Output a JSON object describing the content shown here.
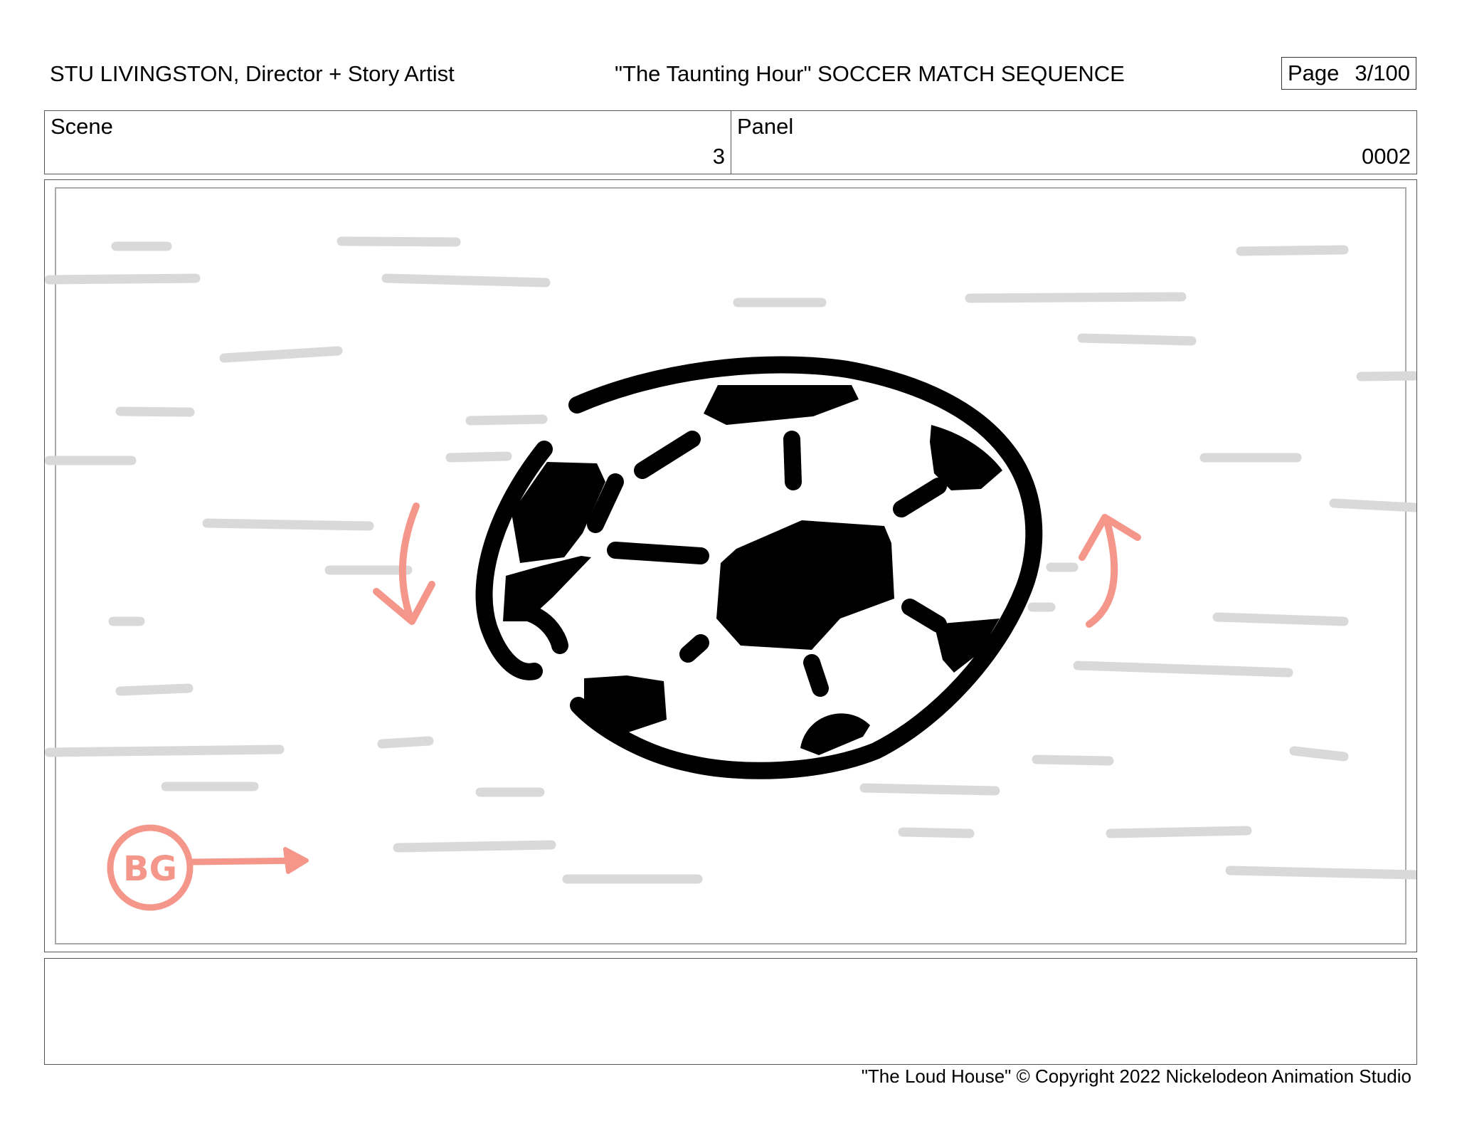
{
  "header": {
    "artist": "STU LIVINGSTON, Director + Story Artist",
    "title": "\"The Taunting Hour\" SOCCER MATCH SEQUENCE",
    "page_label": "Page",
    "page_number": "3/100"
  },
  "info": {
    "scene_label": "Scene",
    "scene_value": "3",
    "panel_label": "Panel",
    "panel_value": "0002"
  },
  "drawing": {
    "bg_note": "BG",
    "colors": {
      "ink": "#000000",
      "speed_lines": "#d9d9d9",
      "annotation": "#f4978a"
    }
  },
  "notes": {
    "text": ""
  },
  "footer": {
    "copyright": "\"The Loud House\" © Copyright 2022 Nickelodeon Animation Studio"
  }
}
